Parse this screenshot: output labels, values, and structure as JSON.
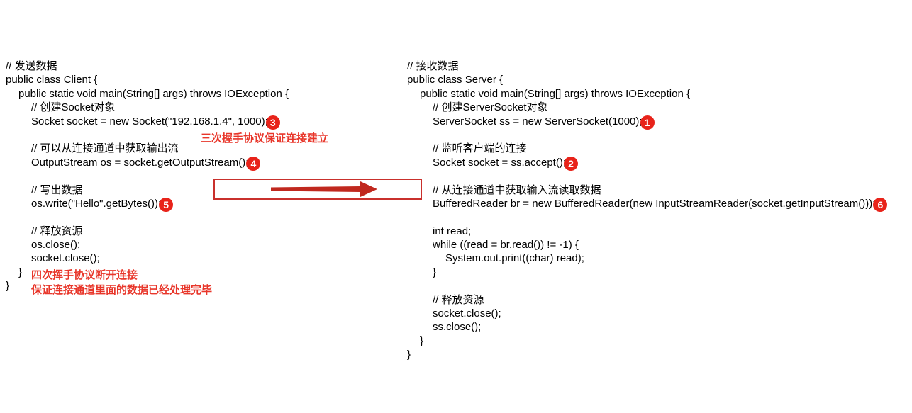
{
  "client": {
    "lines": [
      {
        "indent": 0,
        "text": "// 发送数据"
      },
      {
        "indent": 0,
        "text": "public class Client {"
      },
      {
        "indent": 1,
        "text": "public static void main(String[] args) throws IOException {"
      },
      {
        "indent": 2,
        "text": "// 创建Socket对象"
      },
      {
        "indent": 2,
        "text": "Socket socket = new Socket(\"192.168.1.4\", 1000);",
        "badge": "3"
      },
      {
        "indent": 2,
        "text": ""
      },
      {
        "indent": 2,
        "text": "// 可以从连接通道中获取输出流"
      },
      {
        "indent": 2,
        "text": "OutputStream os = socket.getOutputStream();",
        "badge": "4"
      },
      {
        "indent": 2,
        "text": ""
      },
      {
        "indent": 2,
        "text": "// 写出数据"
      },
      {
        "indent": 2,
        "text": "os.write(\"Hello\".getBytes());",
        "badge": "5"
      },
      {
        "indent": 2,
        "text": ""
      },
      {
        "indent": 2,
        "text": "// 释放资源"
      },
      {
        "indent": 2,
        "text": "os.close();"
      },
      {
        "indent": 2,
        "text": "socket.close();"
      },
      {
        "indent": 1,
        "text": "}"
      },
      {
        "indent": 0,
        "text": "}"
      }
    ]
  },
  "server": {
    "lines": [
      {
        "indent": 0,
        "text": "// 接收数据"
      },
      {
        "indent": 0,
        "text": "public class Server {"
      },
      {
        "indent": 1,
        "text": "public static void main(String[] args) throws IOException {"
      },
      {
        "indent": 2,
        "text": "// 创建ServerSocket对象"
      },
      {
        "indent": 2,
        "text": "ServerSocket ss = new ServerSocket(1000);",
        "badge": "1"
      },
      {
        "indent": 2,
        "text": ""
      },
      {
        "indent": 2,
        "text": "// 监听客户端的连接"
      },
      {
        "indent": 2,
        "text": "Socket socket = ss.accept();",
        "badge": "2"
      },
      {
        "indent": 2,
        "text": ""
      },
      {
        "indent": 2,
        "text": "// 从连接通道中获取输入流读取数据"
      },
      {
        "indent": 2,
        "text": "BufferedReader br = new BufferedReader(new InputStreamReader(socket.getInputStream()));",
        "badge": "6"
      },
      {
        "indent": 2,
        "text": ""
      },
      {
        "indent": 2,
        "text": "int read;"
      },
      {
        "indent": 2,
        "text": "while ((read = br.read()) != -1) {"
      },
      {
        "indent": 3,
        "text": "System.out.print((char) read);"
      },
      {
        "indent": 2,
        "text": "}"
      },
      {
        "indent": 2,
        "text": ""
      },
      {
        "indent": 2,
        "text": "// 释放资源"
      },
      {
        "indent": 2,
        "text": "socket.close();"
      },
      {
        "indent": 2,
        "text": "ss.close();"
      },
      {
        "indent": 1,
        "text": "}"
      },
      {
        "indent": 0,
        "text": "}"
      }
    ]
  },
  "annotations": {
    "handshake": "三次握手协议保证连接建立",
    "wave_line1": "四次挥手协议断开连接",
    "wave_line2": "保证连接通道里面的数据已经处理完毕"
  },
  "colors": {
    "annotation": "#e8362a",
    "badge": "#e8231a",
    "arrow": "#c0281e",
    "box": "#c9302c"
  }
}
